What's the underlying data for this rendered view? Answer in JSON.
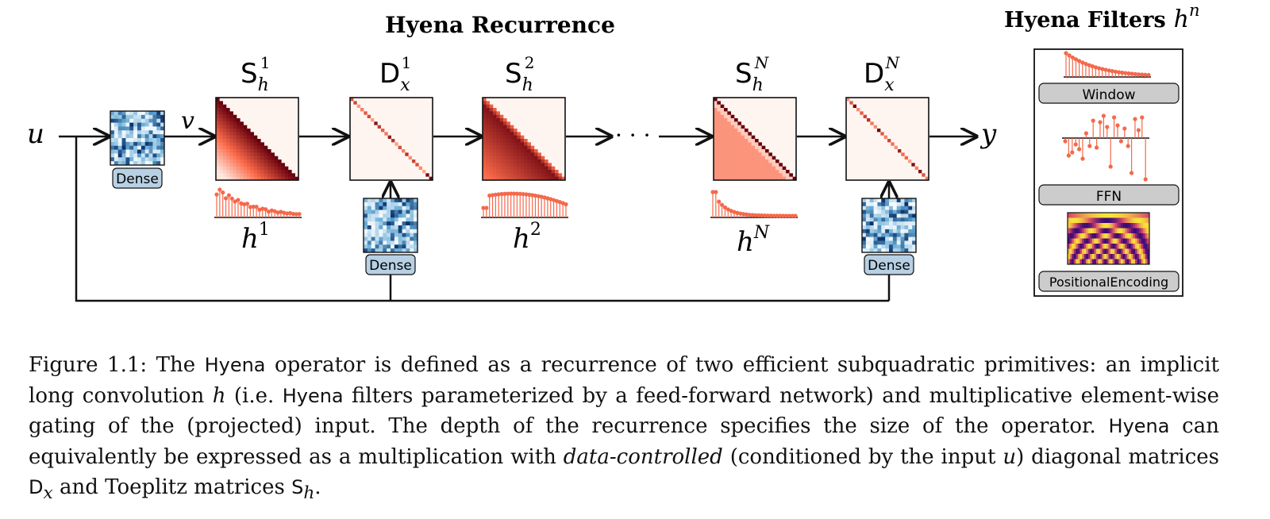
{
  "title": "Hyena Recurrence",
  "filters_title": "Hyena Filters",
  "filters_title_symbol": "h",
  "filters_title_sup": "n",
  "input_label": "u",
  "v_label": "v",
  "output_label": "y",
  "dots": "· · ·",
  "blocks": [
    {
      "id": "s1",
      "letter": "S",
      "sub": "h",
      "sup": "1"
    },
    {
      "id": "d1",
      "letter": "D",
      "sub": "x",
      "sup": "1"
    },
    {
      "id": "s2",
      "letter": "S",
      "sub": "h",
      "sup": "2"
    },
    {
      "id": "sN",
      "letter": "S",
      "sub": "h",
      "sup": "N"
    },
    {
      "id": "dN",
      "letter": "D",
      "sub": "x",
      "sup": "N"
    }
  ],
  "filter_labels": [
    {
      "base": "h",
      "sup": "1"
    },
    {
      "base": "h",
      "sup": "2"
    },
    {
      "base": "h",
      "sup": "N"
    }
  ],
  "dense_label": "Dense",
  "filter_panel": [
    "Window",
    "FFN",
    "PositionalEncoding"
  ],
  "caption": {
    "prefix": "Figure 1.1: The ",
    "hyena": "Hyena",
    "t1": " operator is defined as a recurrence of two efficient subquadratic primitives: an implicit long convolution ",
    "h": "h",
    "t2": " (i.e. ",
    "t3": " filters parameterized by a feed-forward network) and multiplicative element-wise gating of the (projected) input. The depth of the recurrence specifies the size of the operator. ",
    "t4": " can equivalently be expressed as a multiplication with ",
    "data_controlled": "data-controlled",
    "t5": " (conditioned by the input ",
    "u": "u",
    "t6": ") diagonal matrices ",
    "D": "D",
    "x": "x",
    "t7": " and Toeplitz matrices ",
    "S": "S",
    "hsub": "h",
    "t8": "."
  },
  "colors": {
    "red_dark": "#7f0000",
    "red_mid": "#e34a33",
    "stem": "#f4694b",
    "pale": "#fdf0ea",
    "blue_dark": "#08519c",
    "blue_light": "#deebf7",
    "label_bg": "#cccccc",
    "dense_bg": "#b7d0e4"
  }
}
